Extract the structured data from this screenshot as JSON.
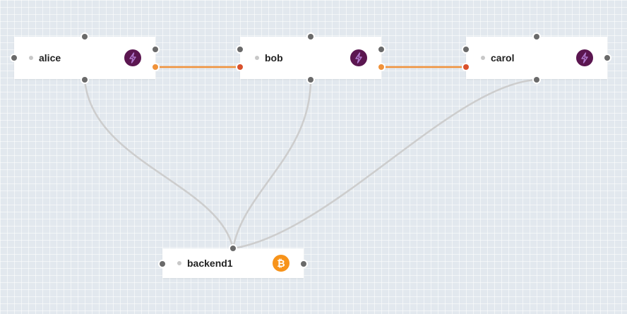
{
  "colors": {
    "lightning_icon_bg": "#5b1650",
    "lightning_bolt": "#b27bd0",
    "bitcoin_icon_bg": "#f7931a",
    "open_channel_link": "#f0923a",
    "backend_link": "#cdcdcd",
    "port_default": "#6a6a6a",
    "port_channel_out": "#f0923a",
    "port_channel_in": "#d9512c"
  },
  "nodes": [
    {
      "id": "alice",
      "label": "alice",
      "type": "lightning",
      "icon": "lightning-icon"
    },
    {
      "id": "bob",
      "label": "bob",
      "type": "lightning",
      "icon": "lightning-icon"
    },
    {
      "id": "carol",
      "label": "carol",
      "type": "lightning",
      "icon": "lightning-icon"
    },
    {
      "id": "backend1",
      "label": "backend1",
      "type": "bitcoin",
      "icon": "bitcoin-icon",
      "icon_glyph": "₿"
    }
  ],
  "links": [
    {
      "from": "alice",
      "to": "bob",
      "kind": "channel"
    },
    {
      "from": "bob",
      "to": "carol",
      "kind": "channel"
    },
    {
      "from": "alice",
      "to": "backend1",
      "kind": "backend"
    },
    {
      "from": "bob",
      "to": "backend1",
      "kind": "backend"
    },
    {
      "from": "carol",
      "to": "backend1",
      "kind": "backend"
    }
  ]
}
